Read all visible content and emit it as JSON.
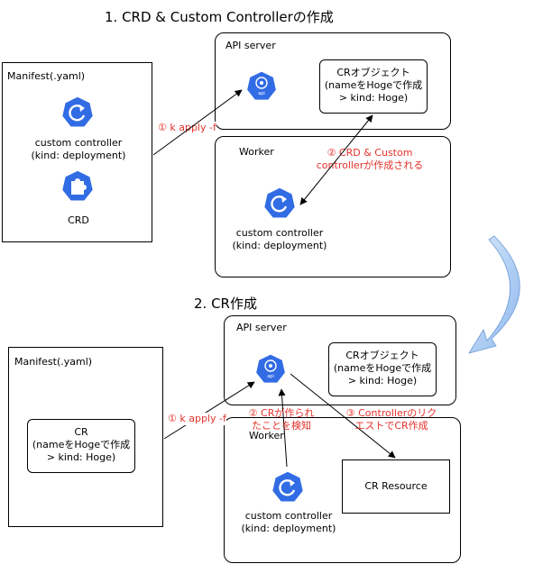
{
  "section1": {
    "title": "1. CRD & Custom Controllerの作成",
    "manifest_label": "Manifest(.yaml)",
    "controller_label_1": "custom controller",
    "controller_label_2": "(kind: deployment)",
    "crd_label": "CRD",
    "api_server_label": "API server",
    "cr_object": [
      "CRオブジェクト",
      "(nameをHogeで作成",
      "> kind: Hoge)"
    ],
    "worker_label": "Worker",
    "worker_controller_1": "custom controller",
    "worker_controller_2": "(kind: deployment)",
    "step1": "① k apply -f",
    "step2": [
      "② CRD & Custom",
      "controllerが作成される"
    ]
  },
  "section2": {
    "title": "2. CR作成",
    "manifest_label": "Manifest(.yaml)",
    "cr_box": [
      "CR",
      "(nameをHogeで作成",
      "> kind: Hoge)"
    ],
    "api_server_label": "API server",
    "cr_object": [
      "CRオブジェクト",
      "(nameをHogeで作成",
      "> kind: Hoge)"
    ],
    "worker_label": "Worker",
    "cr_resource": "CR Resource",
    "worker_controller_1": "custom controller",
    "worker_controller_2": "(kind: deployment)",
    "step1": "① k apply -f",
    "step2": [
      "② CRが作られ",
      "たことを検知"
    ],
    "step3": [
      "③ Controllerのリク",
      "エストでCR作成"
    ]
  },
  "icons": {
    "api": "kubernetes-api-icon",
    "controller": "kubernetes-controller-icon",
    "crd": "kubernetes-crd-icon",
    "flow": "curved-flow-arrow-icon"
  },
  "colors": {
    "k8s_blue": "#326ce5",
    "step_red": "#e4312b",
    "flow_arrow": "#a9c8f2"
  }
}
